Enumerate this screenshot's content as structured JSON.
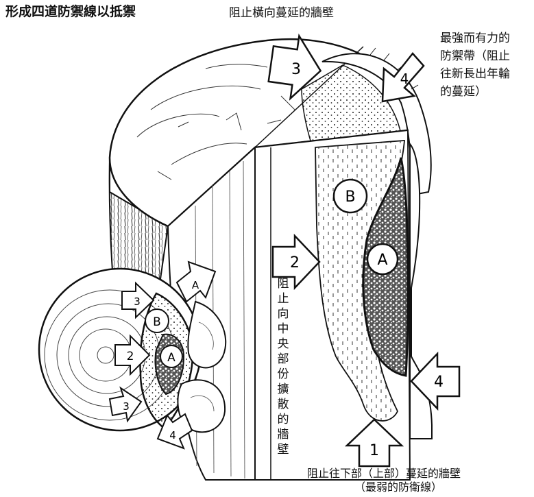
{
  "title": "形成四道防禦線以抵禦",
  "labels": {
    "wall_lateral": "阻止橫向蔓延的牆壁",
    "ring_lines": [
      "最強而有力的",
      "防禦帶（阻止",
      "往新長出年輪",
      "的蔓延）"
    ],
    "wall_center_chars": [
      "阻",
      "止",
      "向",
      "中",
      "央",
      "部",
      "份",
      "擴",
      "散",
      "的",
      "牆",
      "壁"
    ],
    "wall_down": "阻止往下部（上部）蔓延的牆壁",
    "wall_down_note": "（最弱的防衛線）"
  },
  "markers": {
    "one": "1",
    "two": "2",
    "three": "3",
    "four": "4",
    "a": "A",
    "b": "B"
  }
}
